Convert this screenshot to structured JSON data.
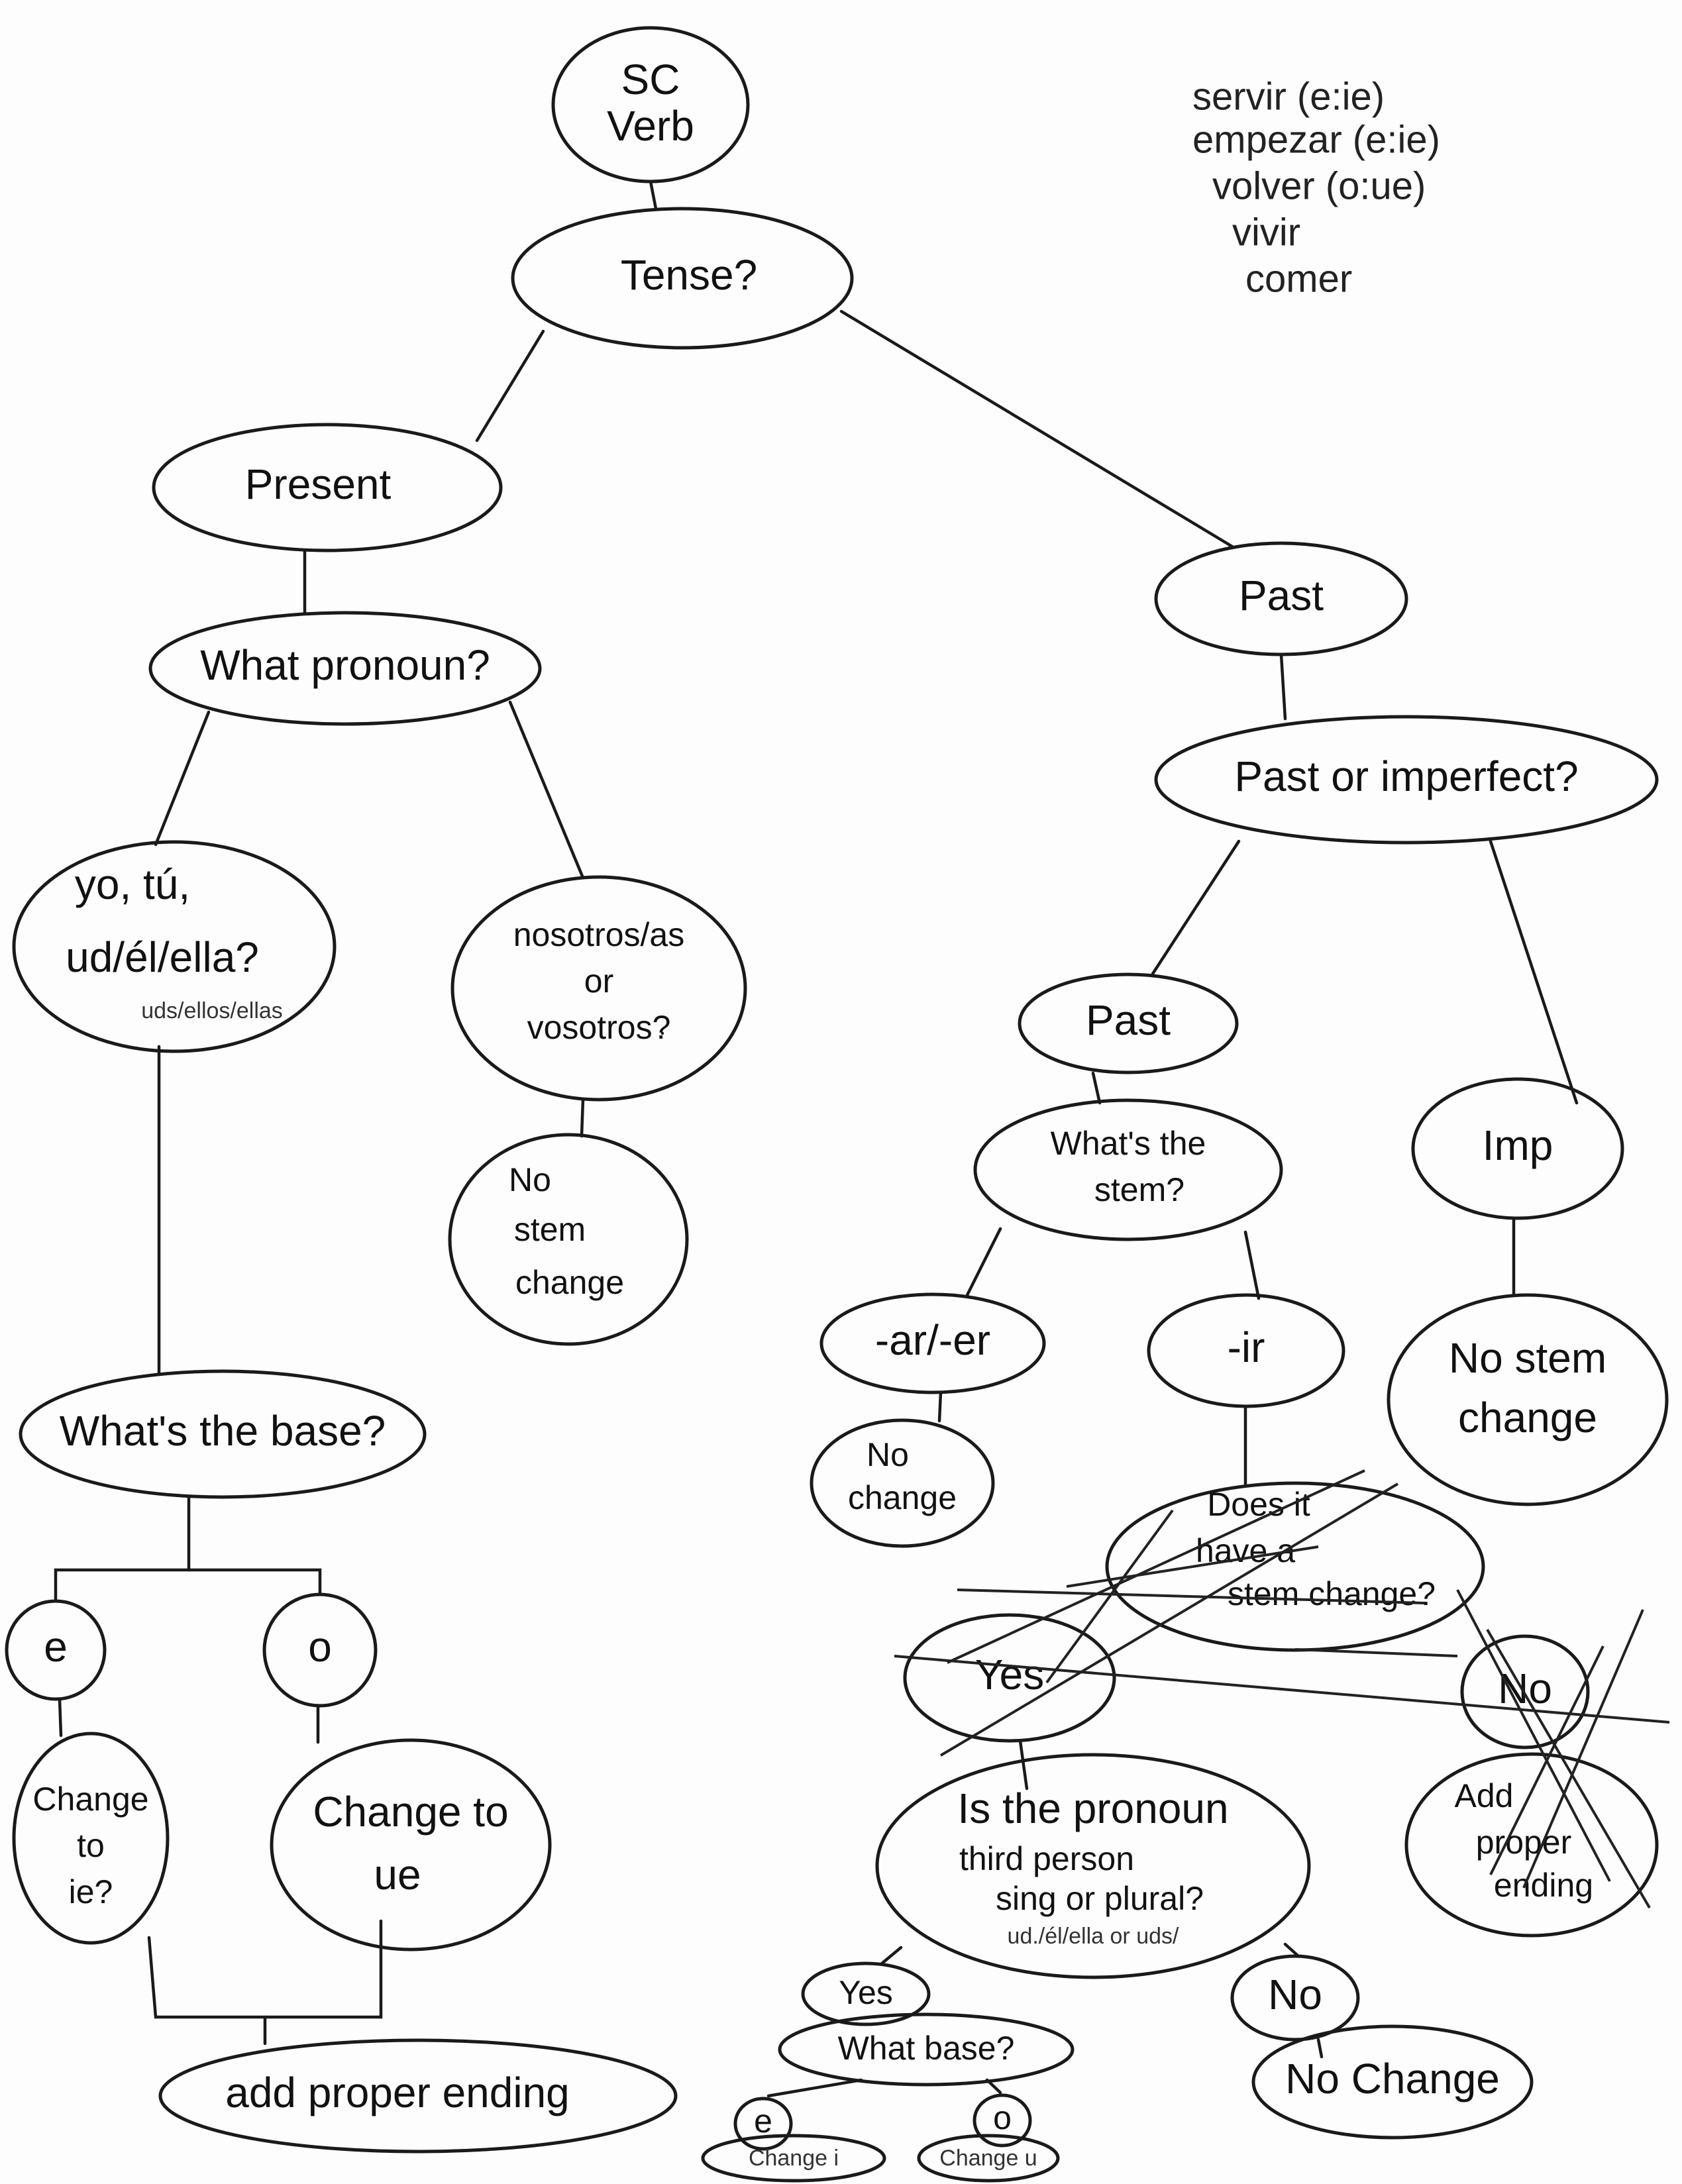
{
  "notes": [
    "servir (e:ie)",
    "empezar (e:ie)",
    "volver (o:ue)",
    "vivir",
    "comer"
  ],
  "nodes": {
    "root": [
      "SC",
      "Verb"
    ],
    "tense": "Tense?",
    "present": "Present",
    "what_pronoun": "What pronoun?",
    "yo_group": [
      "yo, tú,",
      "ud/él/ella?",
      "uds/ellos/ellas"
    ],
    "nosotros_group": [
      "nosotros/as",
      "or",
      "vosotros?"
    ],
    "no_stem_change_left": [
      "No",
      "stem",
      "change"
    ],
    "whats_the_base": "What's the base?",
    "e": "e",
    "o": "o",
    "change_to_ie": [
      "Change",
      "to",
      "ie?"
    ],
    "change_to_ue": [
      "Change to",
      "ue"
    ],
    "add_proper_ending": "add proper ending",
    "past": "Past",
    "past_or_imperfect": "Past or imperfect?",
    "past_preterite": "Past",
    "imp": "Imp",
    "whats_the_stem": [
      "What's the",
      "stem?"
    ],
    "ar_er": "-ar/-er",
    "ir": "-ir",
    "no_change_ar": [
      "No",
      "change"
    ],
    "no_stem_change_right": [
      "No stem",
      "change"
    ],
    "does_it_have_stem_change": [
      "Does it",
      "have a",
      "stem change?"
    ],
    "yes_crossed": "Yes",
    "no_crossed": "No",
    "add_proper_ending_crossed": [
      "Add",
      "proper",
      "ending"
    ],
    "is_third_person": [
      "Is the pronoun",
      "third person",
      "sing or plural?",
      "ud./él/ella or uds/"
    ],
    "yes": "Yes",
    "what_base": "What base?",
    "no": "No",
    "no_change": "No Change",
    "e_small": "e",
    "o_small": "o",
    "change_i": "Change i",
    "change_u": "Change u"
  }
}
